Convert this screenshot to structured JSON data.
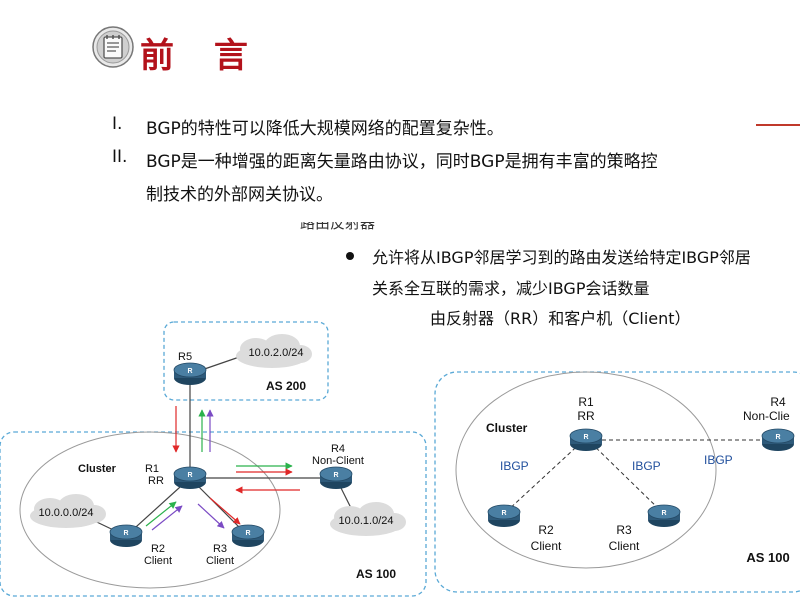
{
  "header": {
    "title": "前 言",
    "icon": "notepad-icon"
  },
  "points": [
    {
      "num": "I.",
      "text": "BGP的特性可以降低大规模网络的配置复杂性。"
    },
    {
      "num": "II.",
      "text": "BGP是一种增强的距离矢量路由协议，同时BGP是拥有丰富的策略控",
      "cont": "制技术的外部网关协议。"
    }
  ],
  "partial_text": "路由反射器",
  "rr": {
    "line1": "允许将从IBGP邻居学习到的路由发送给特定IBGP邻居",
    "line2": "关系全互联的需求，减少IBGP会话数量",
    "line3": "由反射器（RR）和客户机（Client）"
  },
  "left_diagram": {
    "as200": "AS 200",
    "as100": "AS 100",
    "cluster": "Cluster",
    "r5": "R5",
    "r1": "R1",
    "r1_role": "RR",
    "r4": "R4",
    "r4_role": "Non-Client",
    "r2": "R2",
    "r2_role": "Client",
    "r3": "R3",
    "r3_role": "Client",
    "net_r5": "10.0.2.0/24",
    "net_r2": "10.0.0.0/24",
    "net_r4": "10.0.1.0/24"
  },
  "right_diagram": {
    "cluster": "Cluster",
    "r1": "R1",
    "r1_role": "RR",
    "r4": "R4",
    "r4_role": "Non-Clie",
    "r2": "R2",
    "r2_role": "Client",
    "r3": "R3",
    "r3_role": "Client",
    "ibgp_left": "IBGP",
    "ibgp_right": "IBGP",
    "ibgp_far": "IBGP",
    "as100": "AS 100"
  },
  "colors": {
    "title": "#b3121b",
    "dashed_border": "#5aa9d6",
    "ibgp_text": "#1f4e9c",
    "router": "#2e5a7a"
  }
}
